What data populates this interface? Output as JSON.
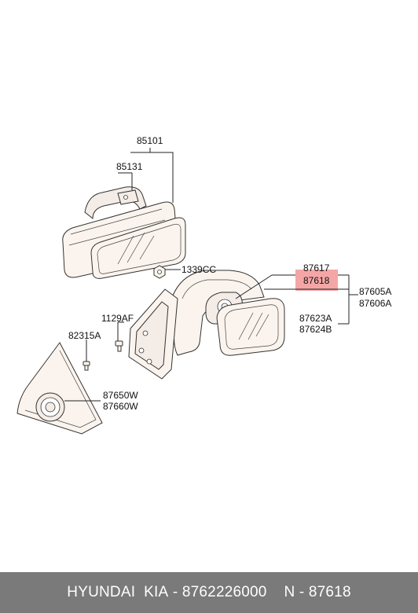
{
  "diagram": {
    "labels": {
      "p85101": "85101",
      "p85131": "85131",
      "p1339cc": "1339CC",
      "p87617": "87617",
      "p87618": "87618",
      "p87605a": "87605A",
      "p87606a": "87606A",
      "p1129af": "1129AF",
      "p82315a": "82315A",
      "p87623a": "87623A",
      "p87624b": "87624B",
      "p87650w": "87650W",
      "p87660w": "87660W"
    },
    "highlight_color": "#f08080"
  },
  "footer": {
    "brand": "HYUNDAI  KIA",
    "separator1": " - ",
    "part_number": "8762226000",
    "separator2": "    N - ",
    "ref": "87618"
  }
}
